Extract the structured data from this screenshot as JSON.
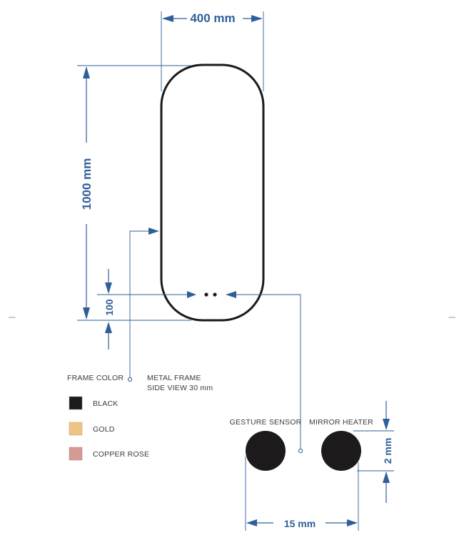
{
  "dimensions": {
    "width": "400 mm",
    "height": "1000 mm",
    "bottom_offset": "100",
    "button_size": "2 mm",
    "button_gap": "15 mm"
  },
  "frame": {
    "color_title": "FRAME COLOR",
    "type_line1": "METAL FRAME",
    "type_line2": "SIDE VIEW 30 mm"
  },
  "colors": [
    {
      "label": "BLACK",
      "swatch": "#1c1a1b"
    },
    {
      "label": "GOLD",
      "swatch": "#efc383"
    },
    {
      "label": "COPPER ROSE",
      "swatch": "#d49b94"
    }
  ],
  "buttons": {
    "left_label": "GESTURE SENSOR",
    "right_label": "MIRROR HEATER",
    "color": "#1c1a1b"
  },
  "accent_color": "#2f5f99"
}
